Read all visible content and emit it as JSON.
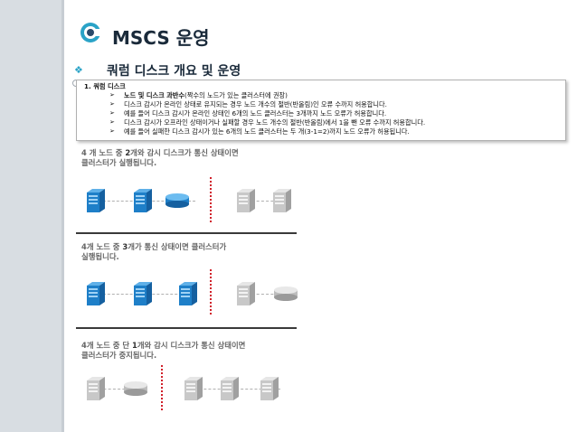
{
  "slide": {
    "title": "MSCS 운영",
    "subtitle": "쿼럼 디스크 개요 및 운영",
    "bullet_symbol": "❖"
  },
  "box": {
    "heading": "1.   쿼럼 디스크",
    "items": [
      {
        "bold": "노드 및 디스크 과반수",
        "text": "(짝수의 노드가 있는 클러스터에 권장)"
      },
      {
        "bold": "",
        "text": "디스크 감시가 온라인 상태로 유지되는 경우 노드 개수의 절반(반올림)인 오류 수까지 허용합니다."
      },
      {
        "bold": "",
        "text": "예를 들어 디스크 감시가 온라인 상태인 6개의 노드 클러스터는 3개까지 노드 오류가 허용합니다."
      },
      {
        "bold": "",
        "text": "디스크 감시가 오프라인 상태이거나 실패할 경우 노드 개수의 절반(반올림)에서 1을 뺀 오류 수까지 허용합니다."
      },
      {
        "bold": "",
        "text": "예를 들어 실패한 디스크 감시가 있는 6개의 노드 클러스터는 두 개(3-1=2)까지 노드 오류가 허용됩니다."
      }
    ],
    "arrow_symbol": "➢"
  },
  "scenarios": [
    {
      "line1_a": "4 개 노드 중 ",
      "line1_b": "2",
      "line1_c": "개와 감시 디스크가 통신 상태이면",
      "line2": "클러스터가 실행됩니다."
    },
    {
      "line1_a": "4개 노드 중 ",
      "line1_b": "3",
      "line1_c": "개가 통신 상태이면 클러스터가",
      "line2": "실행됩니다."
    },
    {
      "line1_a": "4개 노드 중 단 ",
      "line1_b": "1",
      "line1_c": "개와 감시 디스크가 통신 상태이면",
      "line2": "클러스터가 중지됩니다."
    }
  ],
  "colors": {
    "online_server": "#1e7fc8",
    "offline_server": "#b8b8b8",
    "separator": "#d0202a"
  }
}
